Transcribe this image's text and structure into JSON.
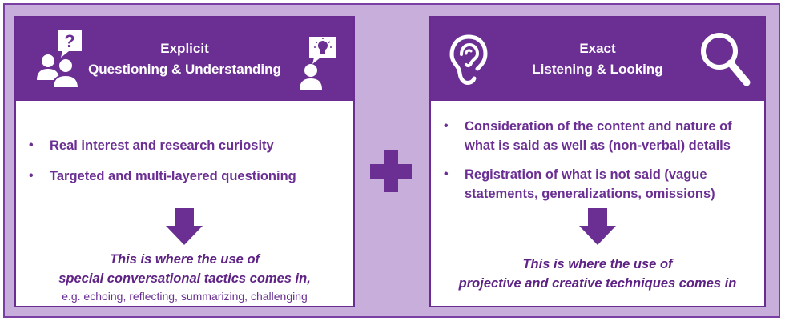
{
  "left_panel": {
    "title_line1": "Explicit",
    "title_line2": "Questioning & Understanding",
    "bullets": [
      "Real interest and research curiosity",
      "Targeted and multi-layered questioning"
    ],
    "conclusion_line1": "This is where the use of",
    "conclusion_line2": "special conversational tactics comes in,",
    "example": "e.g. echoing, reflecting, summarizing, challenging"
  },
  "right_panel": {
    "title_line1": "Exact",
    "title_line2": "Listening & Looking",
    "bullets": [
      "Consideration of the content and nature of what is said as well as (non-verbal) details",
      "Registration of what is not said (vague statements, generalizations, omissions)"
    ],
    "conclusion_line1": "This is where the use of",
    "conclusion_line2": "projective and creative techniques comes in"
  },
  "icons": {
    "left_header_left": "people-question-icon",
    "left_header_right": "person-idea-icon",
    "right_header_left": "ear-icon",
    "right_header_right": "magnifier-icon",
    "connector": "plus-icon"
  },
  "colors": {
    "purple_dark": "#6b2f93",
    "lavender_background": "#c8aedb",
    "white": "#ffffff"
  }
}
